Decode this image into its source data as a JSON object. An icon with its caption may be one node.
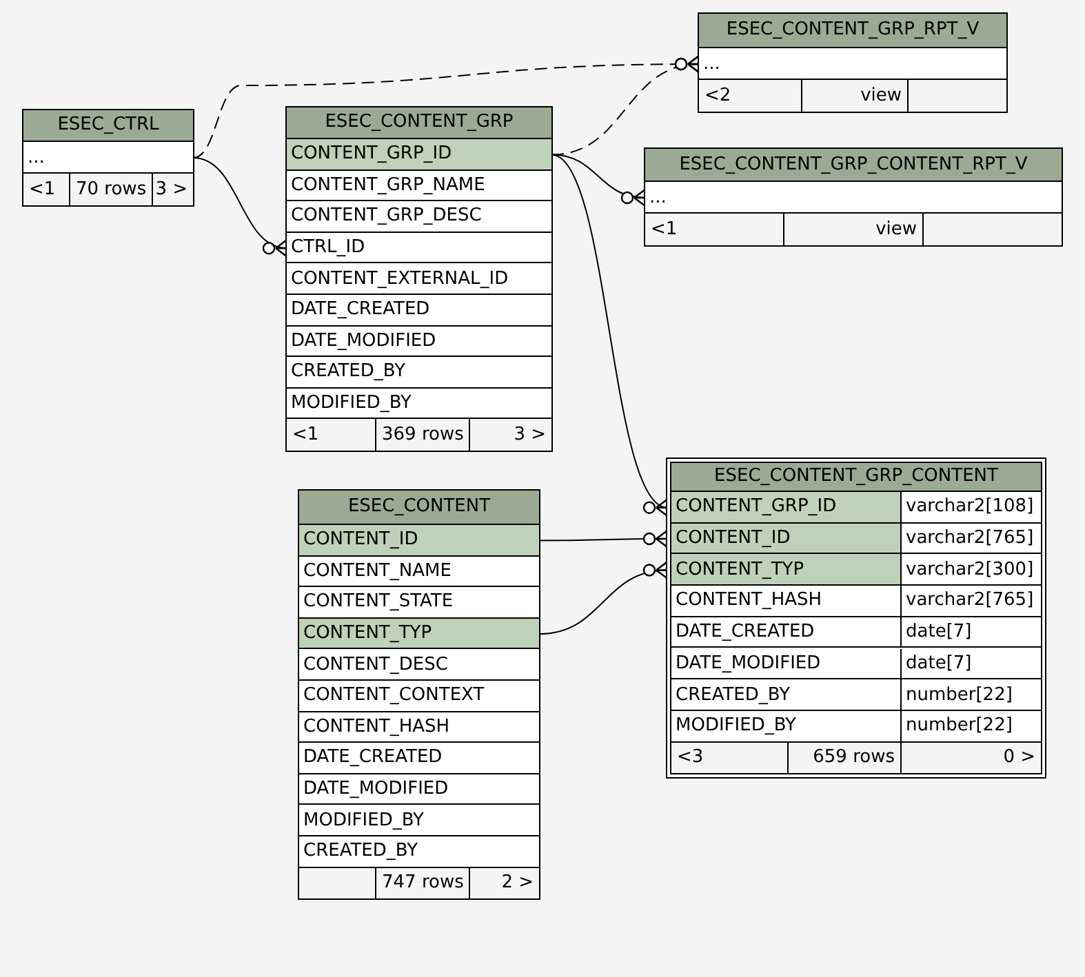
{
  "diagram": {
    "nodes": [
      {
        "text": [
          "ESEC_CTRL"
        ]
      },
      {
        "text": [
          "..."
        ],
        "in": 0
      },
      {
        "text": [
          "<1",
          "70 rows",
          "3 >"
        ],
        "in": 0
      },
      {
        "text": [
          "ESEC_CONTENT_GRP"
        ]
      },
      {
        "text": [
          "CONTENT_GRP_ID"
        ],
        "in": 3
      },
      {
        "text": [
          "CONTENT_GRP_NAME"
        ],
        "in": 3
      },
      {
        "text": [
          "CONTENT_GRP_DESC"
        ],
        "in": 3
      },
      {
        "text": [
          "CTRL_ID"
        ],
        "in": 3
      },
      {
        "text": [
          "CONTENT_EXTERNAL_ID"
        ],
        "in": 3
      },
      {
        "text": [
          "DATE_CREATED"
        ],
        "in": 3
      },
      {
        "text": [
          "DATE_MODIFIED"
        ],
        "in": 3
      },
      {
        "text": [
          "CREATED_BY"
        ],
        "in": 3
      },
      {
        "text": [
          "MODIFIED_BY"
        ],
        "in": 3
      },
      {
        "text": [
          "<1",
          "369 rows",
          "3 >"
        ],
        "in": 3
      },
      {
        "text": [
          "ESEC_CONTENT_GRP_RPT_V"
        ]
      },
      {
        "text": [
          "..."
        ],
        "in": 14
      },
      {
        "text": [
          "<2",
          "view"
        ],
        "in": 14
      },
      {
        "text": [
          "ESEC_CONTENT_GRP_CONTENT_RPT_V"
        ]
      },
      {
        "text": [
          "..."
        ],
        "in": 17
      },
      {
        "text": [
          "<1",
          "view"
        ],
        "in": 17
      },
      {
        "text": [
          "ESEC_CONTENT_GRP_CONTENT"
        ]
      },
      {
        "text": [
          "CONTENT_GRP_ID",
          "varchar2[108]"
        ],
        "in": 20
      },
      {
        "text": [
          "CONTENT_ID",
          "varchar2[765]"
        ],
        "in": 20
      },
      {
        "text": [
          "CONTENT_TYP",
          "varchar2[300]"
        ],
        "in": 20
      },
      {
        "text": [
          "CONTENT_HASH",
          "varchar2[765]"
        ],
        "in": 20
      },
      {
        "text": [
          "DATE_CREATED",
          "date[7]"
        ],
        "in": 20
      },
      {
        "text": [
          "DATE_MODIFIED",
          "date[7]"
        ],
        "in": 20
      },
      {
        "text": [
          "CREATED_BY",
          "number[22]"
        ],
        "in": 20
      },
      {
        "text": [
          "MODIFIED_BY",
          "number[22]"
        ],
        "in": 20
      },
      {
        "text": [
          "<3",
          "659 rows",
          "0 >"
        ],
        "in": 20
      },
      {
        "text": [
          "ESEC_CONTENT"
        ]
      },
      {
        "text": [
          "CONTENT_ID"
        ],
        "in": 30
      },
      {
        "text": [
          "CONTENT_NAME"
        ],
        "in": 30
      },
      {
        "text": [
          "CONTENT_STATE"
        ],
        "in": 30
      },
      {
        "text": [
          "CONTENT_TYP"
        ],
        "in": 30
      },
      {
        "text": [
          "CONTENT_DESC"
        ],
        "in": 30
      },
      {
        "text": [
          "CONTENT_CONTEXT"
        ],
        "in": 30
      },
      {
        "text": [
          "CONTENT_HASH"
        ],
        "in": 30
      },
      {
        "text": [
          "DATE_CREATED"
        ],
        "in": 30
      },
      {
        "text": [
          "DATE_MODIFIED"
        ],
        "in": 30
      },
      {
        "text": [
          "MODIFIED_BY"
        ],
        "in": 30
      },
      {
        "text": [
          "CREATED_BY"
        ],
        "in": 30
      },
      {
        "text": [
          "747 rows",
          "2 >"
        ],
        "in": 30
      }
    ],
    "edges": [
      {
        "from": 1,
        "to": 7,
        "arrow": "other"
      },
      {
        "from": 1,
        "to": 15,
        "arrow": "other",
        "style": "dashed"
      },
      {
        "from": 4,
        "to": 15,
        "arrow": "other",
        "style": "dashed"
      },
      {
        "from": 4,
        "to": 18,
        "arrow": "other"
      },
      {
        "from": 4,
        "to": 21,
        "arrow": "other"
      },
      {
        "from": 31,
        "to": 22,
        "arrow": "other"
      },
      {
        "from": 34,
        "to": 23,
        "arrow": "other"
      }
    ]
  }
}
